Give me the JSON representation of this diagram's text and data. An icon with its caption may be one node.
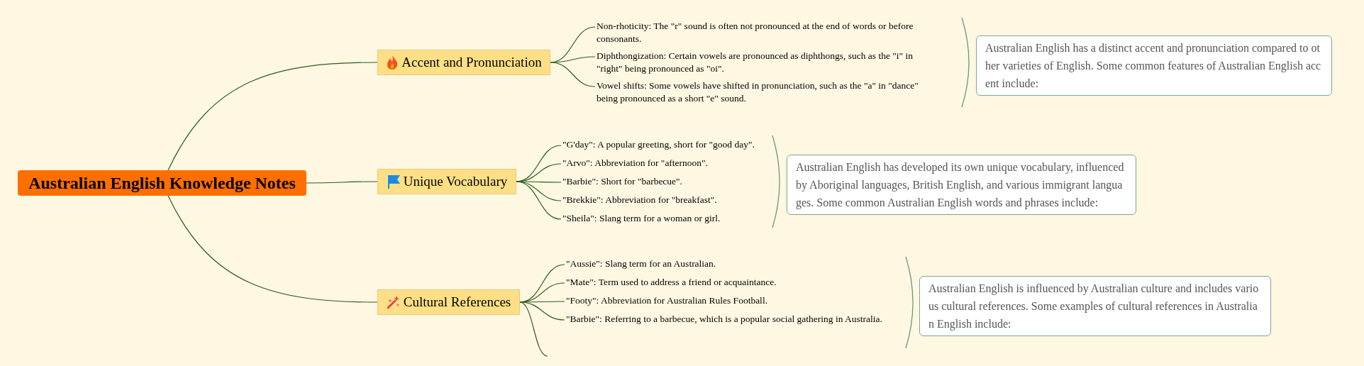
{
  "diagram": {
    "nodes": [
      {
        "text": [
          "Australian English Knowledge Notes"
        ]
      },
      {
        "text": [
          "Accent and Pronunciation"
        ]
      },
      {
        "text": [
          "Non-rhoticity: The \"r\" sound is often not pronounced at the end of words or before consonants."
        ]
      },
      {
        "text": [
          "Diphthongization: Certain vowels are pronounced as diphthongs, such as the \"i\" in \"right\" being pronounced as \"oi\"."
        ]
      },
      {
        "text": [
          "Vowel shifts: Some vowels have shifted in pronunciation, such as the \"a\" in \"dance\" being pronounced as a short \"e\" sound."
        ]
      },
      {
        "text": [
          "Australian English has a distinct accent and pronunciation compared to other varieties of English. Some common features of Australian English accent include:"
        ]
      },
      {
        "text": [
          "Unique Vocabulary"
        ]
      },
      {
        "text": [
          "\"G'day\": A popular greeting, short for \"good day\"."
        ]
      },
      {
        "text": [
          "\"Arvo\": Abbreviation for \"afternoon\"."
        ]
      },
      {
        "text": [
          "\"Barbie\": Short for \"barbecue\"."
        ]
      },
      {
        "text": [
          "\"Brekkie\": Abbreviation for \"breakfast\"."
        ]
      },
      {
        "text": [
          "\"Sheila\": Slang term for a woman or girl."
        ]
      },
      {
        "text": [
          "Australian English has developed its own unique vocabulary, influenced by Aboriginal languages, British English, and various immigrant languages. Some common Australian English words and phrases include:"
        ]
      },
      {
        "text": [
          "Cultural References"
        ]
      },
      {
        "text": [
          "\"Aussie\": Slang term for an Australian."
        ]
      },
      {
        "text": [
          "\"Mate\": Term used to address a friend or acquaintance."
        ]
      },
      {
        "text": [
          "\"Footy\": Abbreviation for Australian Rules Football."
        ]
      },
      {
        "text": [
          "\"Barbie\": Referring to a barbecue, which is a popular social gathering in Australia."
        ]
      },
      {
        "text": [
          "Australian English is influenced by Australian culture and includes various cultural references. Some examples of cultural references in Australian English include:"
        ]
      }
    ],
    "edges": [
      {
        "from": 0,
        "to": 1,
        "arrow": "none"
      },
      {
        "from": 1,
        "to": 2,
        "arrow": "none"
      },
      {
        "from": 1,
        "to": 3,
        "arrow": "none"
      },
      {
        "from": 1,
        "to": 4,
        "arrow": "none"
      },
      {
        "from": 0,
        "to": 6,
        "arrow": "none"
      },
      {
        "from": 6,
        "to": 7,
        "arrow": "none"
      },
      {
        "from": 6,
        "to": 8,
        "arrow": "none"
      },
      {
        "from": 6,
        "to": 9,
        "arrow": "none"
      },
      {
        "from": 6,
        "to": 10,
        "arrow": "none"
      },
      {
        "from": 6,
        "to": 11,
        "arrow": "none"
      },
      {
        "from": 0,
        "to": 13,
        "arrow": "none"
      },
      {
        "from": 13,
        "to": 14,
        "arrow": "none"
      },
      {
        "from": 13,
        "to": 15,
        "arrow": "none"
      },
      {
        "from": 13,
        "to": 16,
        "arrow": "none"
      },
      {
        "from": 13,
        "to": 17,
        "arrow": "none"
      },
      {
        "from": 13,
        "to": null,
        "arrow": "none"
      }
    ]
  }
}
